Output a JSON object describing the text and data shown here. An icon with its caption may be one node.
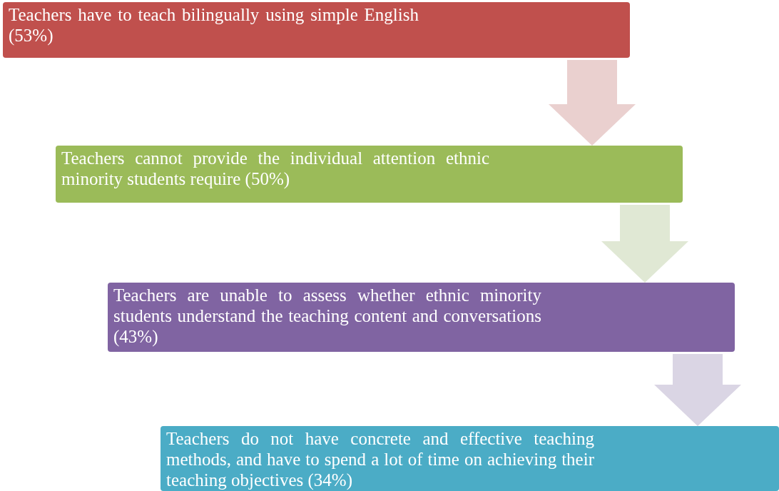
{
  "diagram": {
    "nodes": [
      {
        "text": [
          "Teachers have to teach bilingually using simple English (53%)"
        ]
      },
      {
        "text": [
          "Teachers cannot provide the individual attention ethnic minority students require (50%)"
        ]
      },
      {
        "text": [
          "Teachers are unable to assess whether ethnic minority students understand the teaching content and conversations (43%)"
        ]
      },
      {
        "text": [
          "Teachers do not have concrete and effective teaching methods, and have to spend a lot of time on achieving their teaching objectives (34%)"
        ]
      }
    ],
    "edges": [
      {
        "from": 0,
        "to": 1,
        "arrow": "to",
        "color": "#ead0cf"
      },
      {
        "from": 1,
        "to": 2,
        "arrow": "to",
        "color": "#e0e8d4"
      },
      {
        "from": 2,
        "to": 3,
        "arrow": "to",
        "color": "#dad5e4"
      }
    ]
  }
}
